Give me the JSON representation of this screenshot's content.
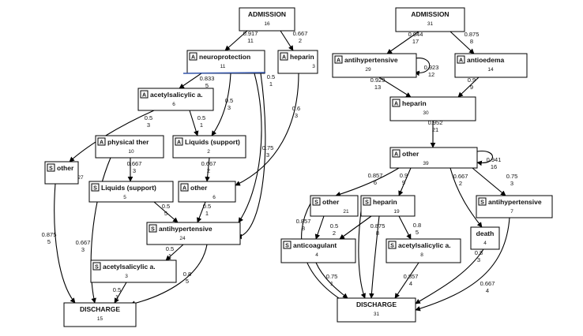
{
  "graphs": [
    {
      "id": "left",
      "nodes": [
        {
          "id": "admission",
          "label": "ADMISSION",
          "count": "16"
        },
        {
          "id": "neuroprotection",
          "tag": "A",
          "label": "neuroprotection",
          "count": "11"
        },
        {
          "id": "heparin",
          "tag": "A",
          "label": "heparin",
          "count": "3"
        },
        {
          "id": "asa1",
          "tag": "A",
          "label": "acetylsalicylic a.",
          "count": "6"
        },
        {
          "id": "physical",
          "tag": "A",
          "label": "physical ther",
          "count": "10"
        },
        {
          "id": "liquids_a",
          "tag": "A",
          "label": "Liquids (support)",
          "count": "2"
        },
        {
          "id": "other_s",
          "tag": "S",
          "label": "other",
          "count": "27"
        },
        {
          "id": "liquids_s",
          "tag": "S",
          "label": "Liquids (support)",
          "count": "5"
        },
        {
          "id": "other_a",
          "tag": "A",
          "label": "other",
          "count": "6"
        },
        {
          "id": "antihyp",
          "tag": "S",
          "label": "antihypertensive",
          "count": "24"
        },
        {
          "id": "asa2",
          "tag": "S",
          "label": "acetylsalicylic a.",
          "count": "3"
        },
        {
          "id": "discharge",
          "label": "DISCHARGE",
          "count": "15"
        }
      ],
      "edges": [
        {
          "id": "e1",
          "label1": "0.917",
          "label2": "11"
        },
        {
          "id": "e2",
          "label1": "0.667",
          "label2": "2"
        },
        {
          "id": "e3",
          "label1": "0.833",
          "label2": "5"
        },
        {
          "id": "e4",
          "label1": "0.5",
          "label2": "3"
        },
        {
          "id": "e5",
          "label1": "0.5",
          "label2": "1"
        },
        {
          "id": "e6",
          "label1": "0.6",
          "label2": "3"
        },
        {
          "id": "e7",
          "label1": "0.5",
          "label2": "3"
        },
        {
          "id": "e8",
          "label1": "0.5",
          "label2": "1"
        },
        {
          "id": "e9",
          "label1": "0.75",
          "label2": "3"
        },
        {
          "id": "e10",
          "label1": "0.667",
          "label2": "3"
        },
        {
          "id": "e11",
          "label1": "0.667",
          "label2": "2"
        },
        {
          "id": "e12",
          "label1": "0.875",
          "label2": "5"
        },
        {
          "id": "e13",
          "label1": "0.667",
          "label2": "3"
        },
        {
          "id": "e14",
          "label1": "0.5",
          "label2": "5"
        },
        {
          "id": "e15",
          "label1": "0.5",
          "label2": "1"
        },
        {
          "id": "e16",
          "label1": "0.5",
          "label2": "1"
        },
        {
          "id": "e17",
          "label1": "0.8",
          "label2": "5"
        },
        {
          "id": "e18",
          "label1": "0.5",
          "label2": "1"
        }
      ]
    },
    {
      "id": "right",
      "nodes": [
        {
          "id": "admission",
          "label": "ADMISSION",
          "count": "31"
        },
        {
          "id": "antihyp_a",
          "tag": "A",
          "label": "antihypertensive",
          "count": "29"
        },
        {
          "id": "antioedema",
          "tag": "A",
          "label": "antioedema",
          "count": "14"
        },
        {
          "id": "heparin_a",
          "tag": "A",
          "label": "heparin",
          "count": "30"
        },
        {
          "id": "other_a",
          "tag": "A",
          "label": "other",
          "count": "39"
        },
        {
          "id": "other_s",
          "tag": "S",
          "label": "other",
          "count": "21"
        },
        {
          "id": "heparin_s",
          "tag": "S",
          "label": "heparin",
          "count": "19"
        },
        {
          "id": "antihyp_s",
          "tag": "S",
          "label": "antihypertensive",
          "count": "7"
        },
        {
          "id": "death",
          "label": "death",
          "count": "4"
        },
        {
          "id": "anticoag",
          "tag": "S",
          "label": "anticoagulant",
          "count": "4"
        },
        {
          "id": "asa_s",
          "tag": "S",
          "label": "acetylsalicylic a.",
          "count": "8"
        },
        {
          "id": "discharge",
          "label": "DISCHARGE",
          "count": "31"
        }
      ],
      "edges": [
        {
          "id": "r1",
          "label1": "0.944",
          "label2": "17"
        },
        {
          "id": "r2",
          "label1": "0.875",
          "label2": "8"
        },
        {
          "id": "r3",
          "label1": "0.923",
          "label2": "12"
        },
        {
          "id": "r4",
          "label1": "0.929",
          "label2": "13"
        },
        {
          "id": "r5",
          "label1": "0.9",
          "label2": "9"
        },
        {
          "id": "r6",
          "label1": "0.952",
          "label2": "21"
        },
        {
          "id": "r7",
          "label1": "0.941",
          "label2": "16"
        },
        {
          "id": "r8",
          "label1": "0.857",
          "label2": "6"
        },
        {
          "id": "r9",
          "label1": "0.9",
          "label2": "9"
        },
        {
          "id": "r10",
          "label1": "0.667",
          "label2": "2"
        },
        {
          "id": "r11",
          "label1": "0.75",
          "label2": "3"
        },
        {
          "id": "r12",
          "label1": "0.857",
          "label2": "8"
        },
        {
          "id": "r13",
          "label1": "0.5",
          "label2": "2"
        },
        {
          "id": "r14",
          "label1": "0.875",
          "label2": "8"
        },
        {
          "id": "r15",
          "label1": "0.8",
          "label2": "5"
        },
        {
          "id": "r16",
          "label1": "0.8",
          "label2": "3"
        },
        {
          "id": "r17",
          "label1": "0.75",
          "label2": "1"
        },
        {
          "id": "r18",
          "label1": "0.857",
          "label2": "4"
        },
        {
          "id": "r19",
          "label1": "0.667",
          "label2": "4"
        }
      ]
    }
  ]
}
